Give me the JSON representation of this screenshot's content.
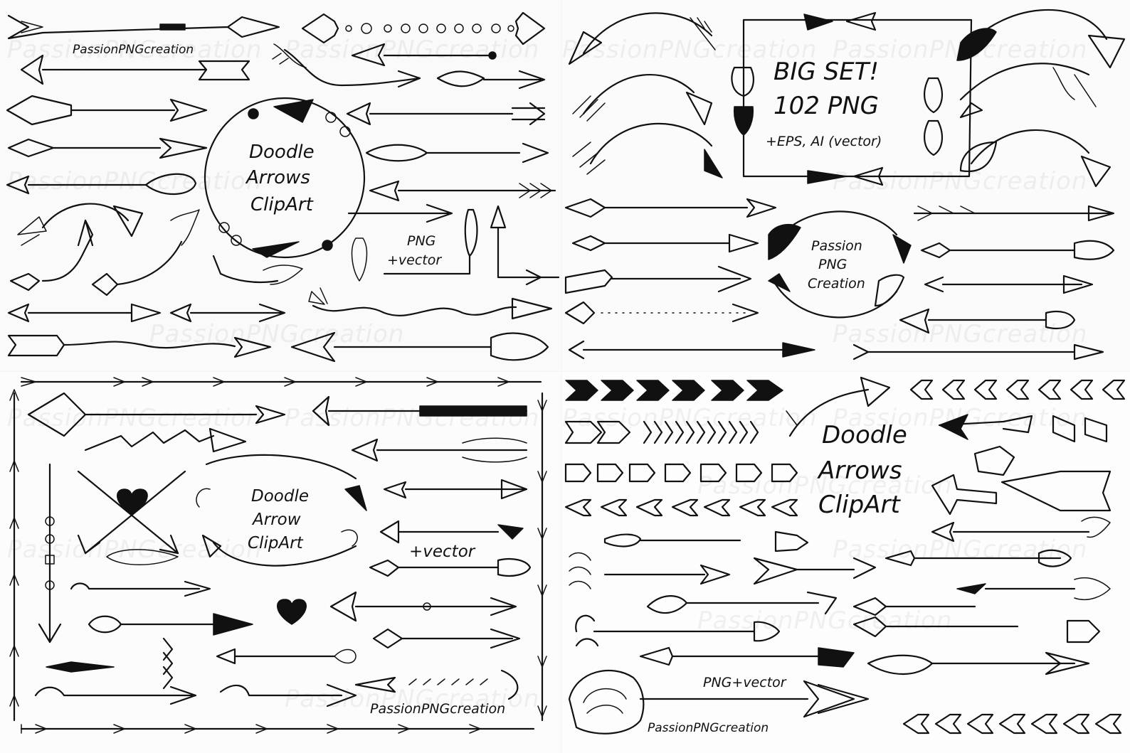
{
  "top_left": {
    "brand": "PassionPNGcreation",
    "wreath_title_1": "Doodle",
    "wreath_title_2": "Arrows",
    "wreath_title_3": "ClipArt",
    "format_1": "PNG",
    "format_2": "+vector"
  },
  "top_right": {
    "headline_1": "BIG SET!",
    "headline_2": "102 PNG",
    "formats": "+EPS, AI (vector)",
    "badge_1": "Passion",
    "badge_2": "PNG",
    "badge_3": "Creation"
  },
  "bottom_left": {
    "wreath_title_1": "Doodle",
    "wreath_title_2": "Arrow",
    "wreath_title_3": "ClipArt",
    "format": "+vector",
    "brand": "PassionPNGcreation"
  },
  "bottom_right": {
    "title_1": "Doodle",
    "title_2": "Arrows",
    "title_3": "ClipArt",
    "format": "PNG+vector",
    "brand": "PassionPNGcreation"
  },
  "watermark": "PassionPNGcreation",
  "colors": {
    "ink": "#111111",
    "paper": "#ffffff"
  }
}
